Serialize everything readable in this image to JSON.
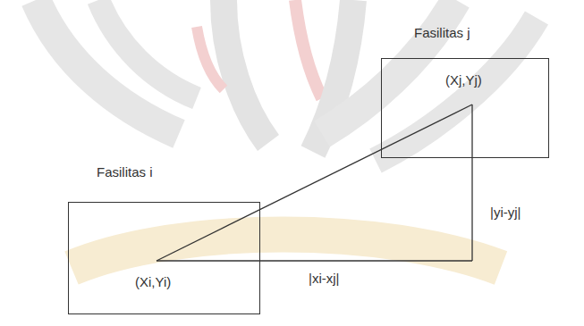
{
  "diagram": {
    "nodes": [
      {
        "text": [
          "Fasilitas i",
          "(Xi,Yi)"
        ]
      },
      {
        "text": [
          "Fasilitas j",
          "(Xj,Yj)"
        ]
      }
    ],
    "edges": [
      {
        "from": 0,
        "to": 1,
        "arrow": "none"
      }
    ],
    "labels": [
      "|xi-xj|",
      "|yi-yj|"
    ]
  }
}
